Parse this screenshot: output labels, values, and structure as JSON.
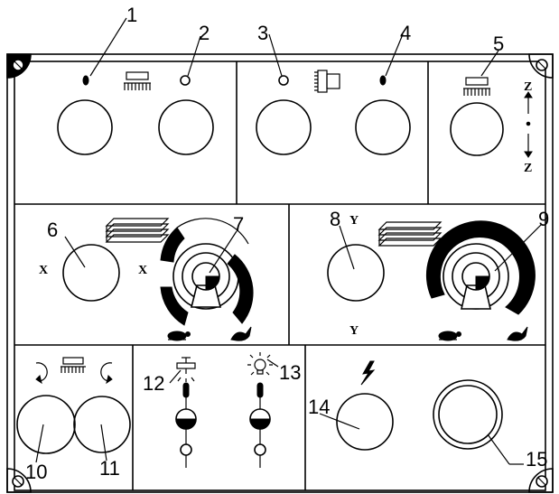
{
  "callouts": {
    "n1": "1",
    "n2": "2",
    "n3": "3",
    "n4": "4",
    "n5": "5",
    "n6": "6",
    "n7": "7",
    "n8": "8",
    "n9": "9",
    "n10": "10",
    "n11": "11",
    "n12": "12",
    "n13": "13",
    "n14": "14",
    "n15": "15"
  },
  "axes": {
    "z_top": "Z",
    "z_bottom": "Z",
    "x_left": "X",
    "x_right": "X",
    "y_top": "Y",
    "y_bottom": "Y"
  },
  "icons": {
    "spindle_brush": "brush-icon",
    "chuck": "chuck-icon",
    "table_slides": "slides-icon",
    "slow_speed": "tortoise-icon",
    "fast_speed": "rabbit-icon",
    "coolant_tap": "tap-icon",
    "lamp": "lamp-icon",
    "power": "lightning-icon",
    "rotate_ccw": "rotate-ccw-icon",
    "rotate_cw": "rotate-cw-icon"
  }
}
